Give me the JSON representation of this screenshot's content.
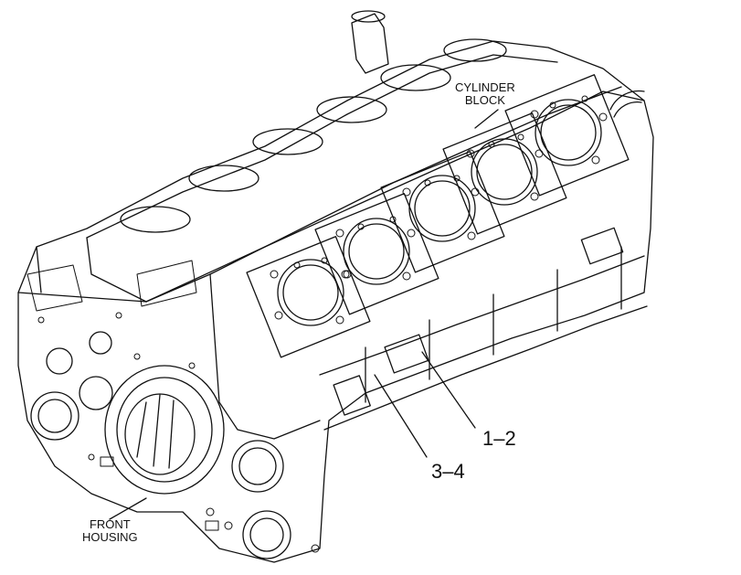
{
  "labels": {
    "cylinder_block": [
      "CYLINDER",
      "BLOCK"
    ],
    "front_housing": [
      "FRONT",
      "HOUSING"
    ],
    "callout_1_2": "1–2",
    "callout_3_4": "3–4"
  },
  "colors": {
    "ink": "#111111",
    "paper": "#ffffff"
  },
  "bore_count_visible": 6
}
